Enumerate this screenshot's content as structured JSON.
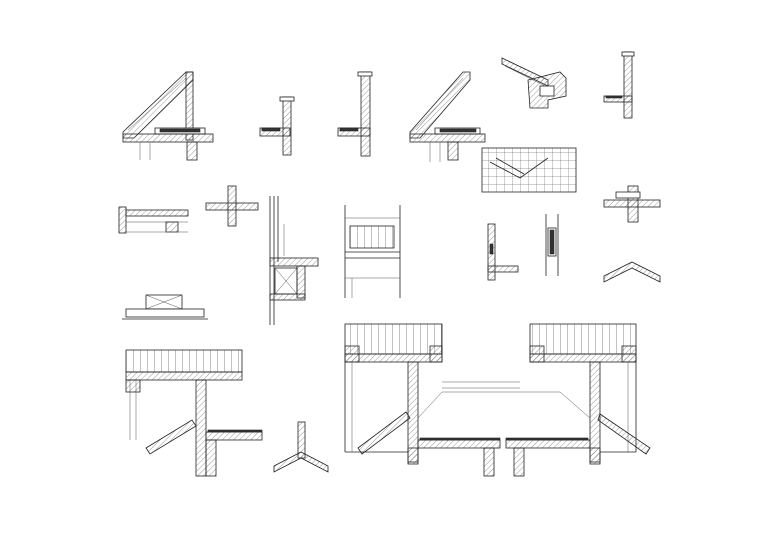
{
  "drawing": {
    "background": "#ffffff",
    "line_color": "#222222",
    "details": [
      {
        "id": "eave-detail-1"
      },
      {
        "id": "wall-cap-detail-1"
      },
      {
        "id": "wall-cap-detail-2"
      },
      {
        "id": "eave-detail-2"
      },
      {
        "id": "gutter-detail"
      },
      {
        "id": "parapet-detail"
      },
      {
        "id": "grid-elevation-detail"
      },
      {
        "id": "beam-detail"
      },
      {
        "id": "cross-joint-detail"
      },
      {
        "id": "window-wall-section"
      },
      {
        "id": "railing-elevation"
      },
      {
        "id": "small-wall-detail"
      },
      {
        "id": "window-frame-detail"
      },
      {
        "id": "column-joint-detail"
      },
      {
        "id": "ridge-detail-1"
      },
      {
        "id": "sill-detail"
      },
      {
        "id": "large-section-left"
      },
      {
        "id": "ridge-detail-2"
      },
      {
        "id": "large-section-center"
      }
    ]
  }
}
